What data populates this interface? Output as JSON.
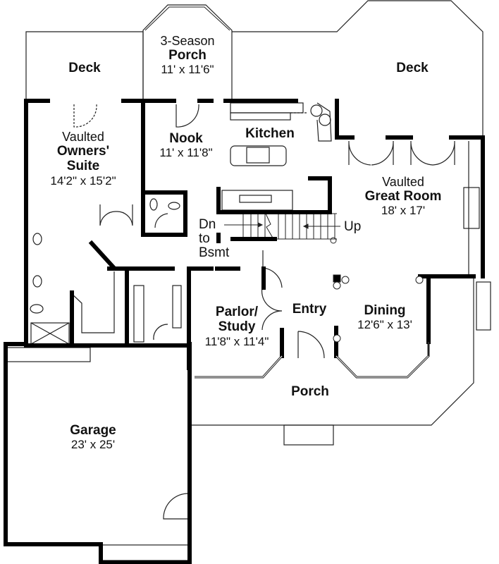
{
  "plan": {
    "rooms": [
      {
        "id": "deck-left",
        "name": "Deck",
        "prefix": "",
        "dims": ""
      },
      {
        "id": "porch-3season",
        "name": "Porch",
        "prefix": "3-Season",
        "dims": "11' x 11'6\""
      },
      {
        "id": "deck-right",
        "name": "Deck",
        "prefix": "",
        "dims": ""
      },
      {
        "id": "owners-suite",
        "name": "Owners' Suite",
        "name_line1": "Owners'",
        "name_line2": "Suite",
        "prefix": "Vaulted",
        "dims": "14'2\" x 15'2\""
      },
      {
        "id": "nook",
        "name": "Nook",
        "prefix": "",
        "dims": "11' x 11'8\""
      },
      {
        "id": "kitchen",
        "name": "Kitchen",
        "prefix": "",
        "dims": ""
      },
      {
        "id": "great-room",
        "name": "Great Room",
        "prefix": "Vaulted",
        "dims": "18' x 17'"
      },
      {
        "id": "parlor-study",
        "name": "Parlor/ Study",
        "name_line1": "Parlor/",
        "name_line2": "Study",
        "prefix": "",
        "dims": "11'8\" x 11'4\""
      },
      {
        "id": "entry",
        "name": "Entry",
        "prefix": "",
        "dims": ""
      },
      {
        "id": "dining",
        "name": "Dining",
        "prefix": "",
        "dims": "12'6\" x 13'"
      },
      {
        "id": "porch-front",
        "name": "Porch",
        "prefix": "",
        "dims": ""
      },
      {
        "id": "garage",
        "name": "Garage",
        "prefix": "",
        "dims": "23' x 25'"
      }
    ],
    "stairs": {
      "down_line1": "Dn",
      "down_line2": "to",
      "down_line3": "Bsmt",
      "up": "Up"
    },
    "colors": {
      "wall": "#000000",
      "line": "#222222",
      "background": "#ffffff"
    }
  }
}
